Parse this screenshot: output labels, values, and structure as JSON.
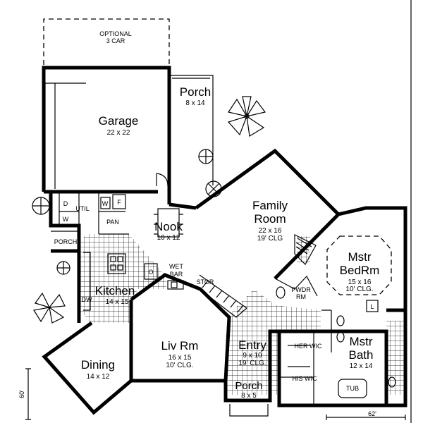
{
  "optional_garage": {
    "title": "OPTIONAL",
    "subtitle": "3 CAR"
  },
  "rooms": {
    "garage": {
      "name": "Garage",
      "size": "22 x 22"
    },
    "porch_back": {
      "name": "Porch",
      "size": "8 x 14"
    },
    "family": {
      "name": "Family",
      "name2": "Room",
      "size": "22 x 16",
      "ceiling": "19' CLG"
    },
    "nook": {
      "name": "Nook",
      "size": "10 x 12"
    },
    "mstr_bed": {
      "name": "Mstr",
      "name2": "BedRm",
      "size": "15 x 16",
      "ceiling": "10' CLG."
    },
    "kitchen": {
      "name": "Kitchen",
      "size": "14 x 15"
    },
    "wet_bar": {
      "name": "WET",
      "name2": "BAR"
    },
    "stor": {
      "name": "STOR"
    },
    "pwdr": {
      "name": "PWDR",
      "name2": "RM"
    },
    "liv": {
      "name": "Liv Rm",
      "size": "16 x 15",
      "ceiling": "10' CLG."
    },
    "entry": {
      "name": "Entry",
      "size": "9 x 10",
      "ceiling": "19' CLG."
    },
    "dining": {
      "name": "Dining",
      "size": "14 x 12"
    },
    "porch_front": {
      "name": "Porch",
      "size": "8 x 5"
    },
    "mstr_bath": {
      "name": "Mstr",
      "name2": "Bath",
      "size": "12 x 14"
    },
    "her_wic": {
      "name": "HER WIC"
    },
    "his_wic": {
      "name": "HIS WIC"
    },
    "tub": {
      "name": "TUB"
    },
    "util": {
      "name": "UTIL"
    },
    "pan": {
      "name": "PAN"
    },
    "porch_side": {
      "name": "PORCH"
    }
  },
  "fixtures": {
    "dryer": "D",
    "washer": "W",
    "water_heater": "W",
    "furnace": "F",
    "dishwasher": "DW",
    "oven": "O",
    "linen": "L"
  },
  "dimensions": {
    "depth": "60'",
    "width": "62'"
  }
}
